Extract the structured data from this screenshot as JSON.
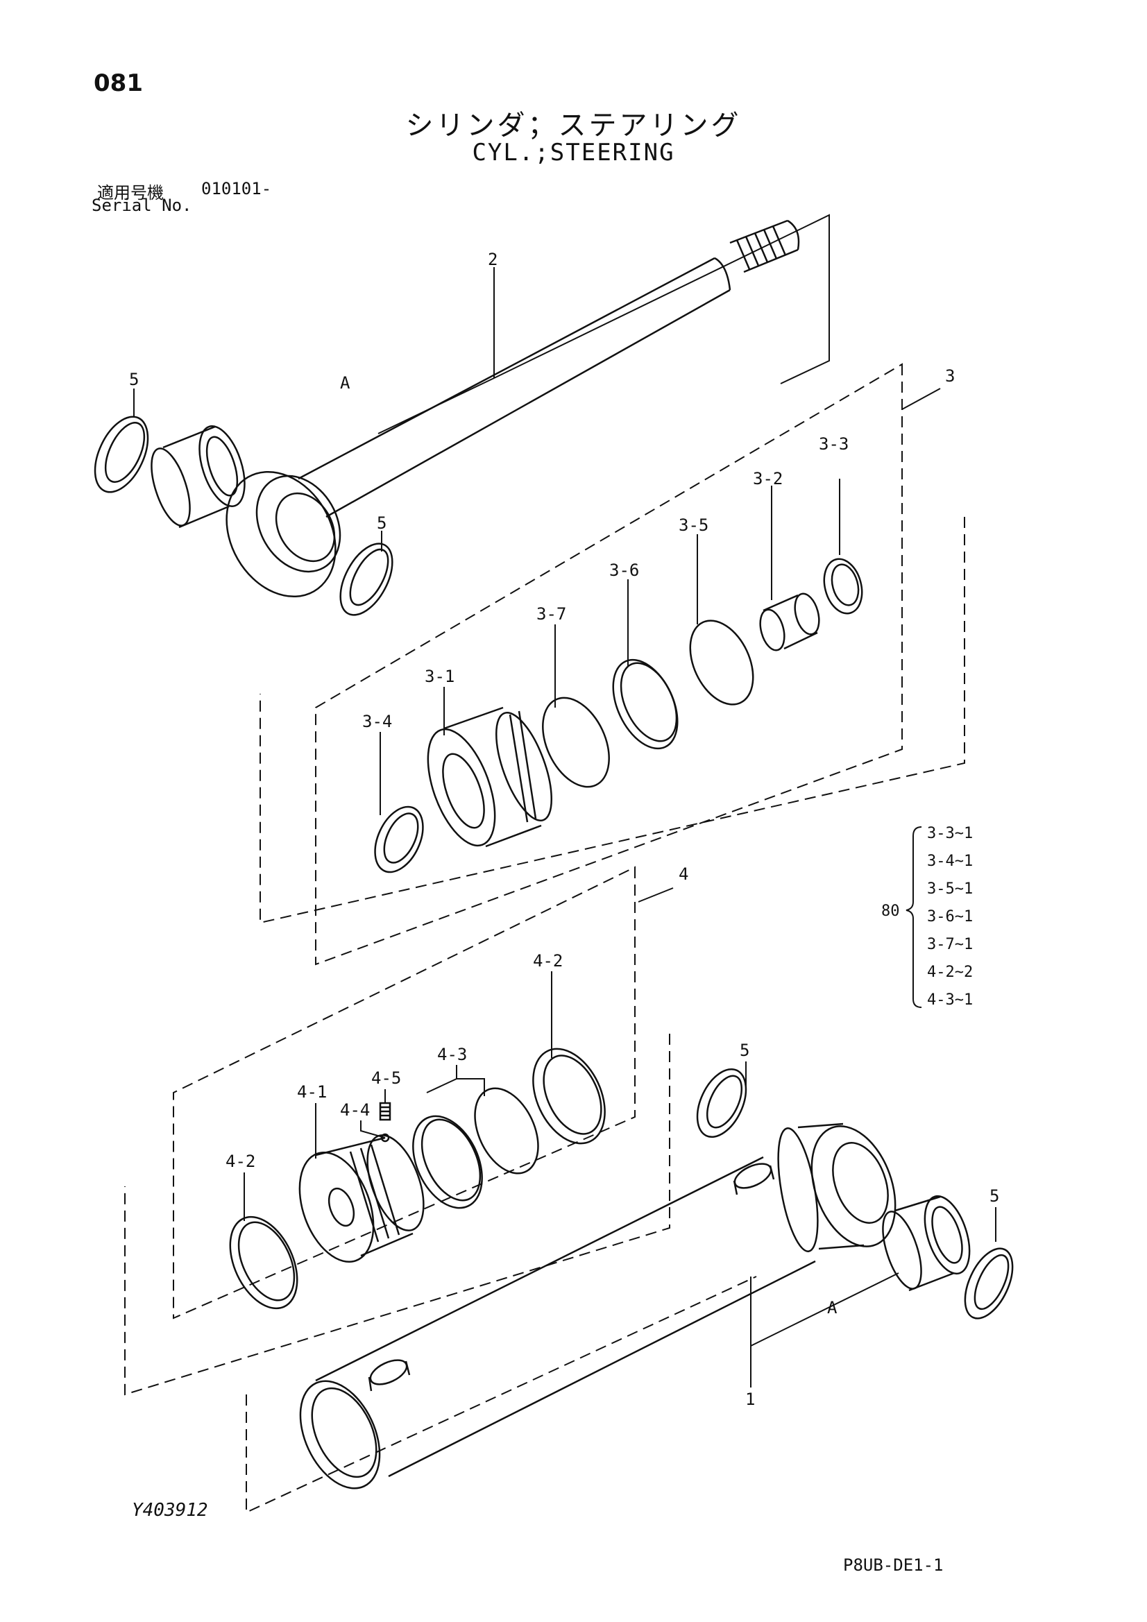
{
  "page_number": "081",
  "title_jp": "シリンダ；ステアリング",
  "title_en": "CYL.;STEERING",
  "serial": {
    "label_jp": "適用号機",
    "value": "010101-",
    "label_en": "Serial No."
  },
  "callouts": {
    "p1": "1",
    "p2": "2",
    "p3": "3",
    "p3_1": "3-1",
    "p3_2": "3-2",
    "p3_3": "3-3",
    "p3_4": "3-4",
    "p3_5": "3-5",
    "p3_6": "3-6",
    "p3_7": "3-7",
    "p4": "4",
    "p4_1": "4-1",
    "p4_2a": "4-2",
    "p4_2b": "4-2",
    "p4_3": "4-3",
    "p4_4": "4-4",
    "p4_5": "4-5",
    "p5a": "5",
    "p5b": "5",
    "p5c": "5",
    "p5d": "5",
    "a1": "A",
    "a2": "A"
  },
  "seal_kit": {
    "number": "80",
    "items": [
      "3-3~1",
      "3-4~1",
      "3-5~1",
      "3-6~1",
      "3-7~1",
      "4-2~2",
      "4-3~1"
    ]
  },
  "footer": {
    "drawing_id": "Y403912",
    "page_code": "P8UB-DE1-1"
  }
}
